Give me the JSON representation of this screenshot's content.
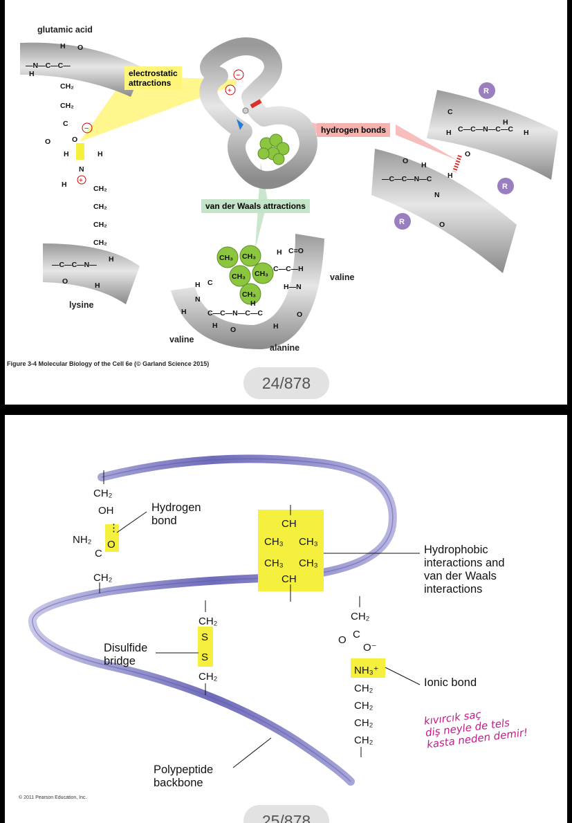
{
  "slide1": {
    "labels": {
      "glutamic_acid": "glutamic acid",
      "lysine": "lysine",
      "valine_bottom": "valine",
      "alanine": "alanine",
      "valine_right": "valine"
    },
    "callouts": {
      "electrostatic": "electrostatic\nattractions",
      "hydrogen": "hydrogen bonds",
      "vdw": "van der Waals attractions"
    },
    "caption": "Figure 3-4 Molecular Biology of the Cell 6e (© Garland Science 2015)",
    "page": "24/878",
    "colors": {
      "electrostatic": "#fff57a",
      "hydrogen": "#f5b3b0",
      "vdw": "#c4e4c8",
      "green": "#8cc63f",
      "purple": "#9a7fc0"
    }
  },
  "slide2": {
    "labels": {
      "hydrogen_bond": "Hydrogen\nbond",
      "hydrophobic": "Hydrophobic\ninteractions and\nvan der Waals\ninteractions",
      "disulfide": "Disulfide\nbridge",
      "ionic": "Ionic bond",
      "backbone": "Polypeptide\nbackbone"
    },
    "handwriting": "kıvırcık saç\ndiş neyle de tels\nkasta neden demir!",
    "copyright": "© 2011 Pearson Education, Inc.",
    "page": "25/878",
    "colors": {
      "highlight": "#f5ef3d",
      "ribbon": "#7b78c0",
      "ink": "#c21c8a"
    }
  }
}
